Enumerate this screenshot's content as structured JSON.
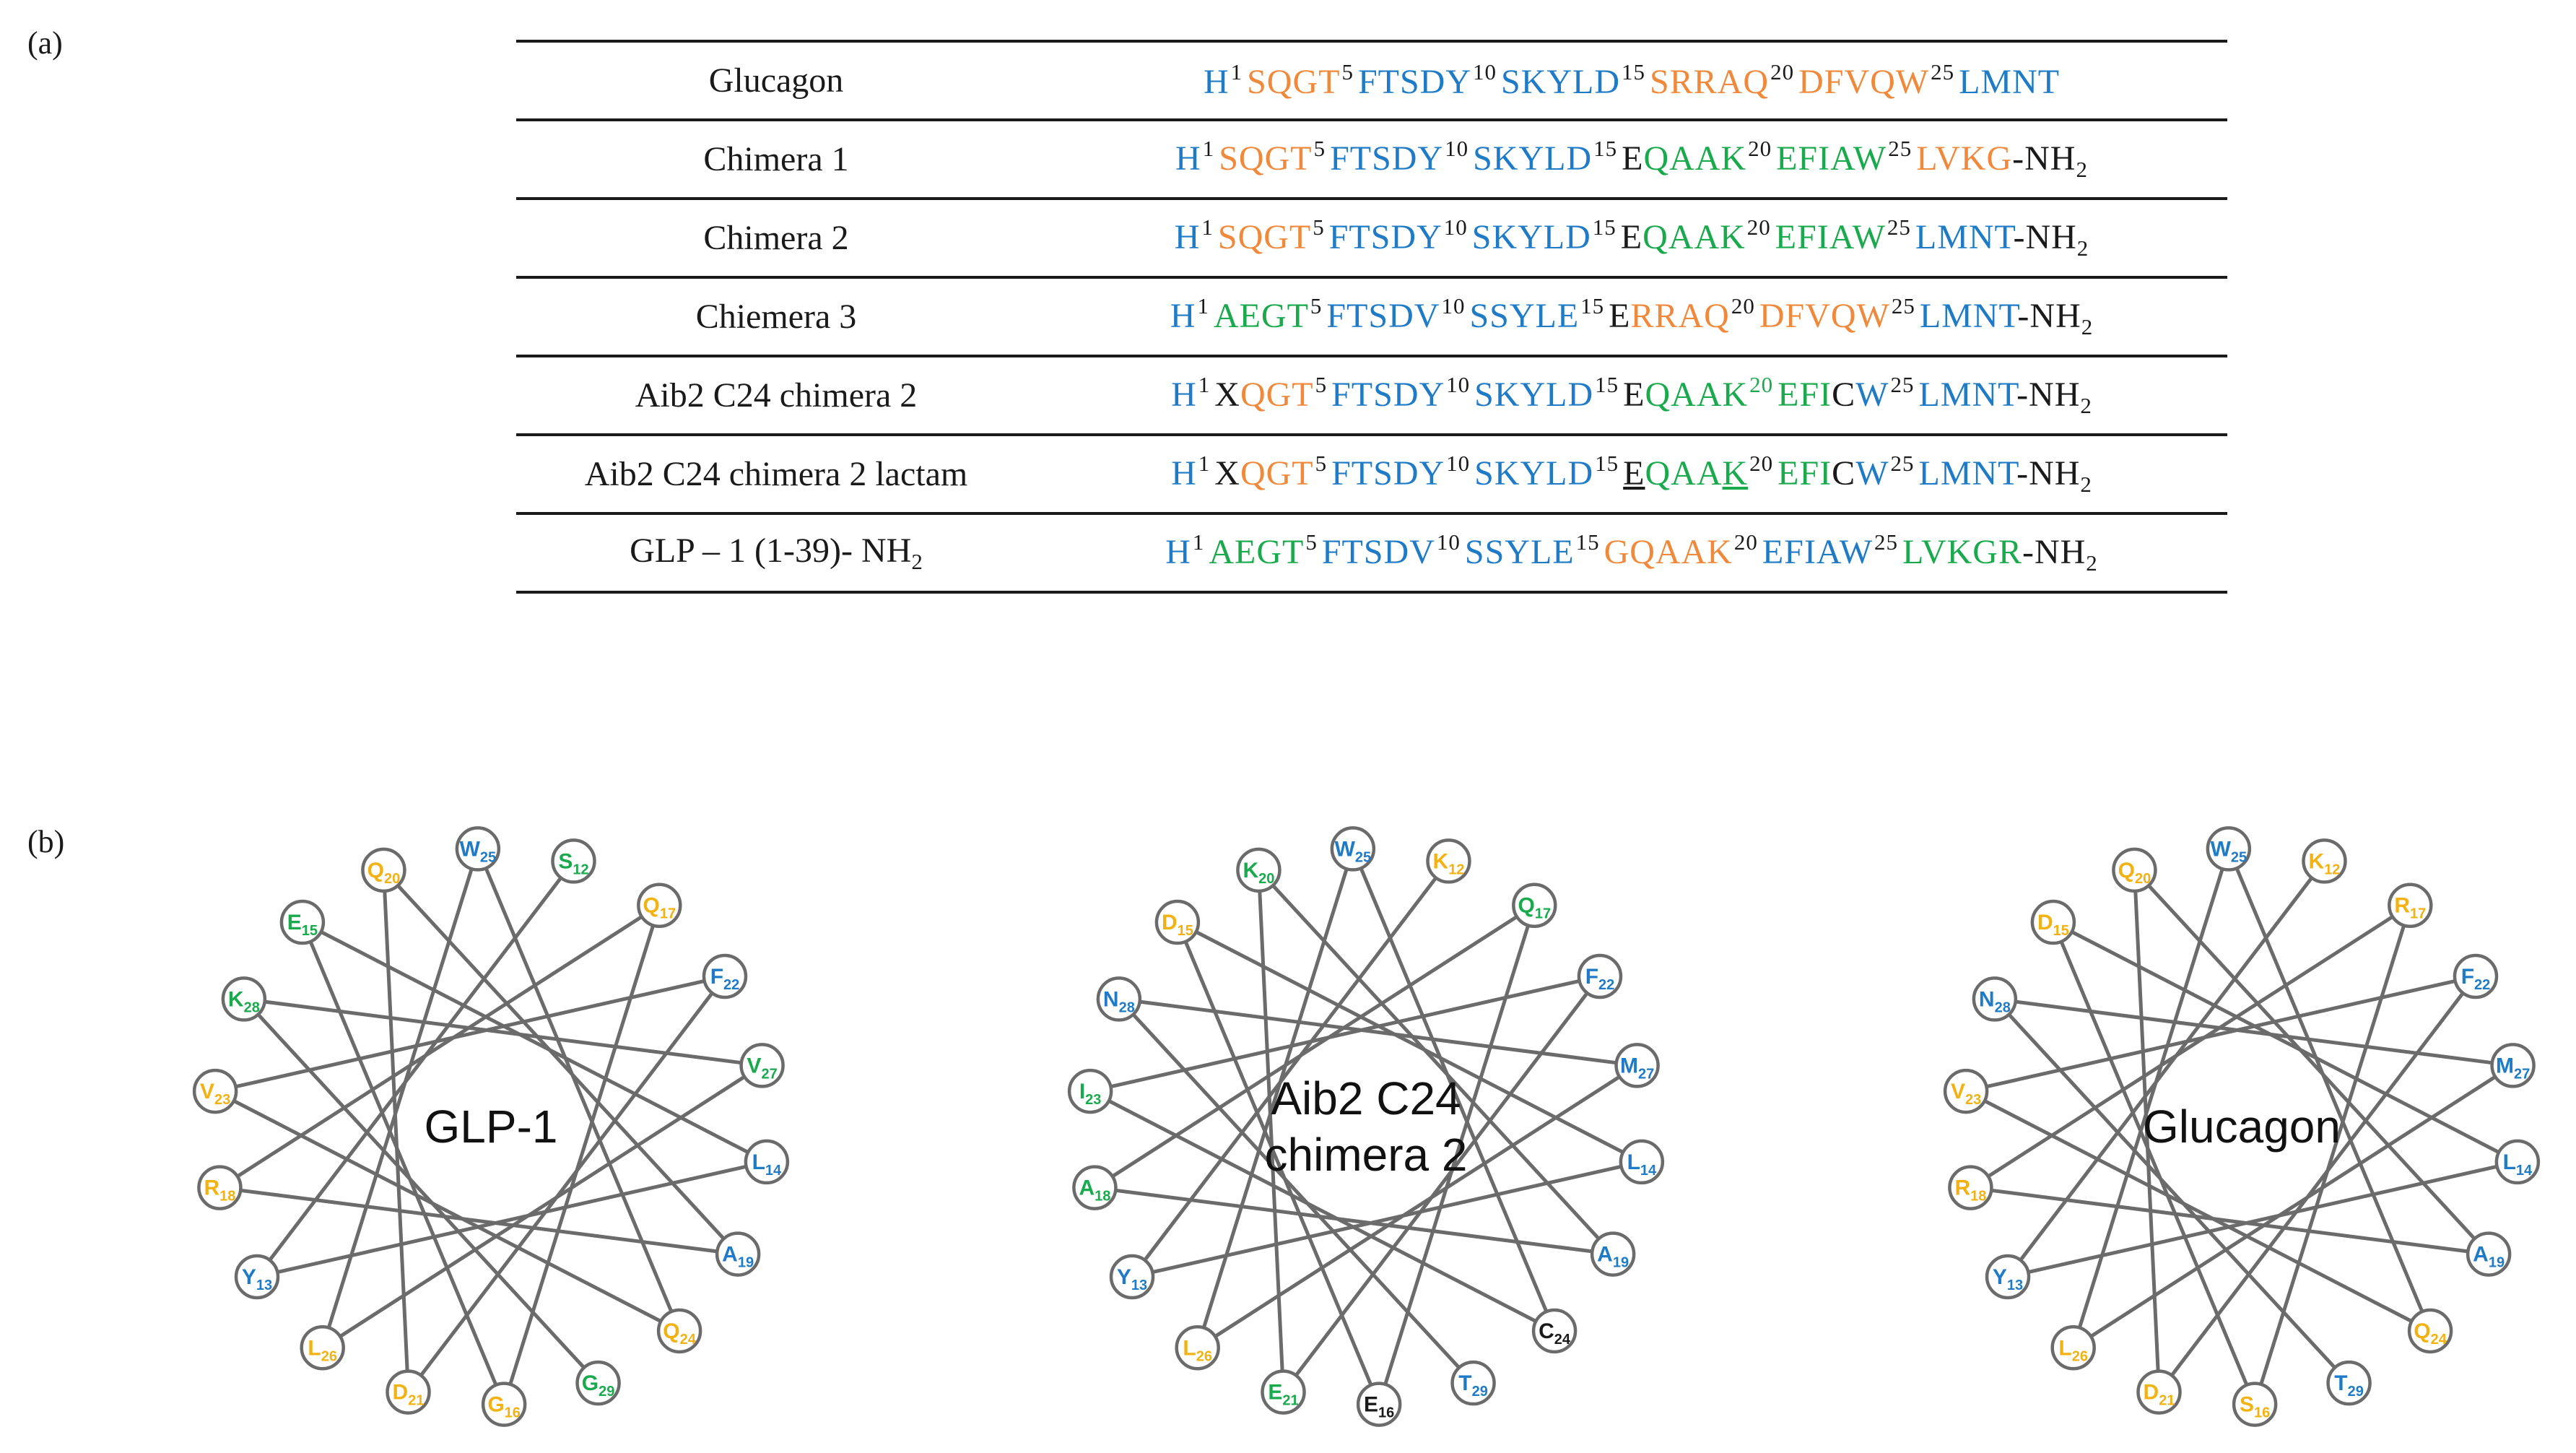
{
  "figure": {
    "label_a": "(a)",
    "label_b": "(b)"
  },
  "colors": {
    "blue": "#1f7bc6",
    "orange": "#ef8a3c",
    "green": "#1aaa4d",
    "yellow": "#f2b213",
    "black": "#1a1a1a",
    "circle": "#6b6b6b"
  },
  "table": {
    "rows": [
      {
        "name": "Glucagon",
        "segments": [
          {
            "t": "H",
            "c": "blue"
          },
          {
            "sup": "1"
          },
          {
            "t": "SQGT",
            "c": "orange"
          },
          {
            "sup": "5"
          },
          {
            "t": "FTSDY",
            "c": "blue"
          },
          {
            "sup": "10"
          },
          {
            "t": "SKYLD",
            "c": "blue"
          },
          {
            "sup": "15"
          },
          {
            "t": "SRRAQ",
            "c": "orange"
          },
          {
            "sup": "20"
          },
          {
            "t": "DFVQW",
            "c": "orange"
          },
          {
            "sup": "25"
          },
          {
            "t": "LMNT",
            "c": "blue"
          }
        ]
      },
      {
        "name": "Chimera 1",
        "segments": [
          {
            "t": "H",
            "c": "blue"
          },
          {
            "sup": "1"
          },
          {
            "t": "SQGT",
            "c": "orange"
          },
          {
            "sup": "5"
          },
          {
            "t": "FTSDY",
            "c": "blue"
          },
          {
            "sup": "10"
          },
          {
            "t": "SKYLD",
            "c": "blue"
          },
          {
            "sup": "15"
          },
          {
            "t": "E",
            "c": "black"
          },
          {
            "t": "QAAK",
            "c": "green"
          },
          {
            "sup": "20"
          },
          {
            "t": "EFIAW",
            "c": "green"
          },
          {
            "sup": "25"
          },
          {
            "t": "LVKG",
            "c": "orange"
          },
          {
            "t": "-NH",
            "c": "black"
          },
          {
            "sub": "2"
          }
        ]
      },
      {
        "name": "Chimera 2",
        "segments": [
          {
            "t": "H",
            "c": "blue"
          },
          {
            "sup": "1"
          },
          {
            "t": "SQGT",
            "c": "orange"
          },
          {
            "sup": "5"
          },
          {
            "t": "FTSDY",
            "c": "blue"
          },
          {
            "sup": "10"
          },
          {
            "t": "SKYLD",
            "c": "blue"
          },
          {
            "sup": "15"
          },
          {
            "t": "E",
            "c": "black"
          },
          {
            "t": "QAAK",
            "c": "green"
          },
          {
            "sup": "20"
          },
          {
            "t": "EFIAW",
            "c": "green"
          },
          {
            "sup": "25"
          },
          {
            "t": "LMNT",
            "c": "blue"
          },
          {
            "t": "-NH",
            "c": "black"
          },
          {
            "sub": "2"
          }
        ]
      },
      {
        "name": "Chiemera 3",
        "segments": [
          {
            "t": "H",
            "c": "blue"
          },
          {
            "sup": "1"
          },
          {
            "t": "AEGT",
            "c": "green"
          },
          {
            "sup": "5"
          },
          {
            "t": "FTSDV",
            "c": "blue"
          },
          {
            "sup": "10"
          },
          {
            "t": "SSYLE",
            "c": "blue"
          },
          {
            "sup": "15"
          },
          {
            "t": "E",
            "c": "black"
          },
          {
            "t": "RRAQ",
            "c": "orange"
          },
          {
            "sup": "20"
          },
          {
            "t": "DFVQW",
            "c": "orange"
          },
          {
            "sup": "25"
          },
          {
            "t": "LMNT",
            "c": "blue"
          },
          {
            "t": "-NH",
            "c": "black"
          },
          {
            "sub": "2"
          }
        ]
      },
      {
        "name": "Aib2 C24 chimera 2",
        "segments": [
          {
            "t": "H",
            "c": "blue"
          },
          {
            "sup": "1"
          },
          {
            "t": "X",
            "c": "black"
          },
          {
            "t": "QGT",
            "c": "orange"
          },
          {
            "sup": "5"
          },
          {
            "t": "FTSDY",
            "c": "blue"
          },
          {
            "sup": "10"
          },
          {
            "t": "SKYLD",
            "c": "blue"
          },
          {
            "sup": "15"
          },
          {
            "t": "E",
            "c": "black"
          },
          {
            "t": "QAAK",
            "c": "green"
          },
          {
            "sup": "20",
            "c": "green"
          },
          {
            "t": "EFI",
            "c": "green"
          },
          {
            "t": "C",
            "c": "black"
          },
          {
            "t": "W",
            "c": "blue"
          },
          {
            "sup": "25"
          },
          {
            "t": "LMNT",
            "c": "blue"
          },
          {
            "t": "-NH",
            "c": "black"
          },
          {
            "sub": "2"
          }
        ]
      },
      {
        "name": "Aib2 C24 chimera 2 lactam",
        "segments": [
          {
            "t": "H",
            "c": "blue"
          },
          {
            "sup": "1"
          },
          {
            "t": "X",
            "c": "black"
          },
          {
            "t": "QGT",
            "c": "orange"
          },
          {
            "sup": "5"
          },
          {
            "t": "FTSDY",
            "c": "blue"
          },
          {
            "sup": "10"
          },
          {
            "t": "SKYLD",
            "c": "blue"
          },
          {
            "sup": "15"
          },
          {
            "t": "E",
            "c": "black",
            "u": true
          },
          {
            "t": "QAA",
            "c": "green"
          },
          {
            "t": "K",
            "c": "green",
            "u": true
          },
          {
            "sup": "20"
          },
          {
            "t": "EFI",
            "c": "green"
          },
          {
            "t": "C",
            "c": "black"
          },
          {
            "t": "W",
            "c": "blue"
          },
          {
            "sup": "25"
          },
          {
            "t": "LMNT",
            "c": "blue"
          },
          {
            "t": "-NH",
            "c": "black"
          },
          {
            "sub": "2"
          }
        ]
      },
      {
        "name": "GLP – 1 (1-39)- NH",
        "name_sub": "2",
        "segments": [
          {
            "t": "H",
            "c": "blue"
          },
          {
            "sup": "1"
          },
          {
            "t": "AEGT",
            "c": "green"
          },
          {
            "sup": "5"
          },
          {
            "t": "FTSDV",
            "c": "blue"
          },
          {
            "sup": "10"
          },
          {
            "t": "SSYLE",
            "c": "blue"
          },
          {
            "sup": "15"
          },
          {
            "t": "GQAAK",
            "c": "orange"
          },
          {
            "sup": "20"
          },
          {
            "t": "EFIAW",
            "c": "blue"
          },
          {
            "sup": "25"
          },
          {
            "t": "LVKGR",
            "c": "green"
          },
          {
            "t": "-NH",
            "c": "black"
          },
          {
            "sub": "2"
          }
        ]
      }
    ]
  },
  "wheels": [
    {
      "title_lines": [
        "GLP-1"
      ],
      "residues": [
        {
          "aa": "S",
          "n": "12",
          "c": "green"
        },
        {
          "aa": "V",
          "n": "23",
          "c": "yellow"
        },
        {
          "aa": "G",
          "n": "16",
          "c": "yellow"
        },
        {
          "aa": "V",
          "n": "27",
          "c": "green"
        },
        {
          "aa": "Q",
          "n": "20",
          "c": "yellow"
        },
        {
          "aa": "Y",
          "n": "13",
          "c": "blue"
        },
        {
          "aa": "Q",
          "n": "24",
          "c": "yellow"
        },
        {
          "aa": "Q",
          "n": "17",
          "c": "yellow"
        },
        {
          "aa": "K",
          "n": "28",
          "c": "green"
        },
        {
          "aa": "D",
          "n": "21",
          "c": "yellow"
        },
        {
          "aa": "L",
          "n": "14",
          "c": "blue"
        },
        {
          "aa": "W",
          "n": "25",
          "c": "blue"
        },
        {
          "aa": "R",
          "n": "18",
          "c": "yellow"
        },
        {
          "aa": "G",
          "n": "29",
          "c": "green"
        },
        {
          "aa": "F",
          "n": "22",
          "c": "blue"
        },
        {
          "aa": "E",
          "n": "15",
          "c": "green"
        },
        {
          "aa": "L",
          "n": "26",
          "c": "yellow"
        },
        {
          "aa": "A",
          "n": "19",
          "c": "blue"
        }
      ]
    },
    {
      "title_lines": [
        "Aib2 C24",
        "chimera 2"
      ],
      "residues": [
        {
          "aa": "K",
          "n": "12",
          "c": "yellow"
        },
        {
          "aa": "I",
          "n": "23",
          "c": "green"
        },
        {
          "aa": "E",
          "n": "16",
          "c": "black"
        },
        {
          "aa": "M",
          "n": "27",
          "c": "blue"
        },
        {
          "aa": "K",
          "n": "20",
          "c": "green"
        },
        {
          "aa": "Y",
          "n": "13",
          "c": "blue"
        },
        {
          "aa": "C",
          "n": "24",
          "c": "black"
        },
        {
          "aa": "Q",
          "n": "17",
          "c": "green"
        },
        {
          "aa": "N",
          "n": "28",
          "c": "blue"
        },
        {
          "aa": "E",
          "n": "21",
          "c": "green"
        },
        {
          "aa": "L",
          "n": "14",
          "c": "blue"
        },
        {
          "aa": "W",
          "n": "25",
          "c": "blue"
        },
        {
          "aa": "A",
          "n": "18",
          "c": "green"
        },
        {
          "aa": "T",
          "n": "29",
          "c": "blue"
        },
        {
          "aa": "F",
          "n": "22",
          "c": "blue"
        },
        {
          "aa": "D",
          "n": "15",
          "c": "yellow"
        },
        {
          "aa": "L",
          "n": "26",
          "c": "yellow"
        },
        {
          "aa": "A",
          "n": "19",
          "c": "blue"
        }
      ]
    },
    {
      "title_lines": [
        "Glucagon"
      ],
      "residues": [
        {
          "aa": "K",
          "n": "12",
          "c": "yellow"
        },
        {
          "aa": "V",
          "n": "23",
          "c": "yellow"
        },
        {
          "aa": "S",
          "n": "16",
          "c": "yellow"
        },
        {
          "aa": "M",
          "n": "27",
          "c": "blue"
        },
        {
          "aa": "Q",
          "n": "20",
          "c": "yellow"
        },
        {
          "aa": "Y",
          "n": "13",
          "c": "blue"
        },
        {
          "aa": "Q",
          "n": "24",
          "c": "yellow"
        },
        {
          "aa": "R",
          "n": "17",
          "c": "yellow"
        },
        {
          "aa": "N",
          "n": "28",
          "c": "blue"
        },
        {
          "aa": "D",
          "n": "21",
          "c": "yellow"
        },
        {
          "aa": "L",
          "n": "14",
          "c": "blue"
        },
        {
          "aa": "W",
          "n": "25",
          "c": "blue"
        },
        {
          "aa": "R",
          "n": "18",
          "c": "yellow"
        },
        {
          "aa": "T",
          "n": "29",
          "c": "blue"
        },
        {
          "aa": "F",
          "n": "22",
          "c": "blue"
        },
        {
          "aa": "D",
          "n": "15",
          "c": "yellow"
        },
        {
          "aa": "L",
          "n": "26",
          "c": "yellow"
        },
        {
          "aa": "A",
          "n": "19",
          "c": "blue"
        }
      ]
    }
  ]
}
